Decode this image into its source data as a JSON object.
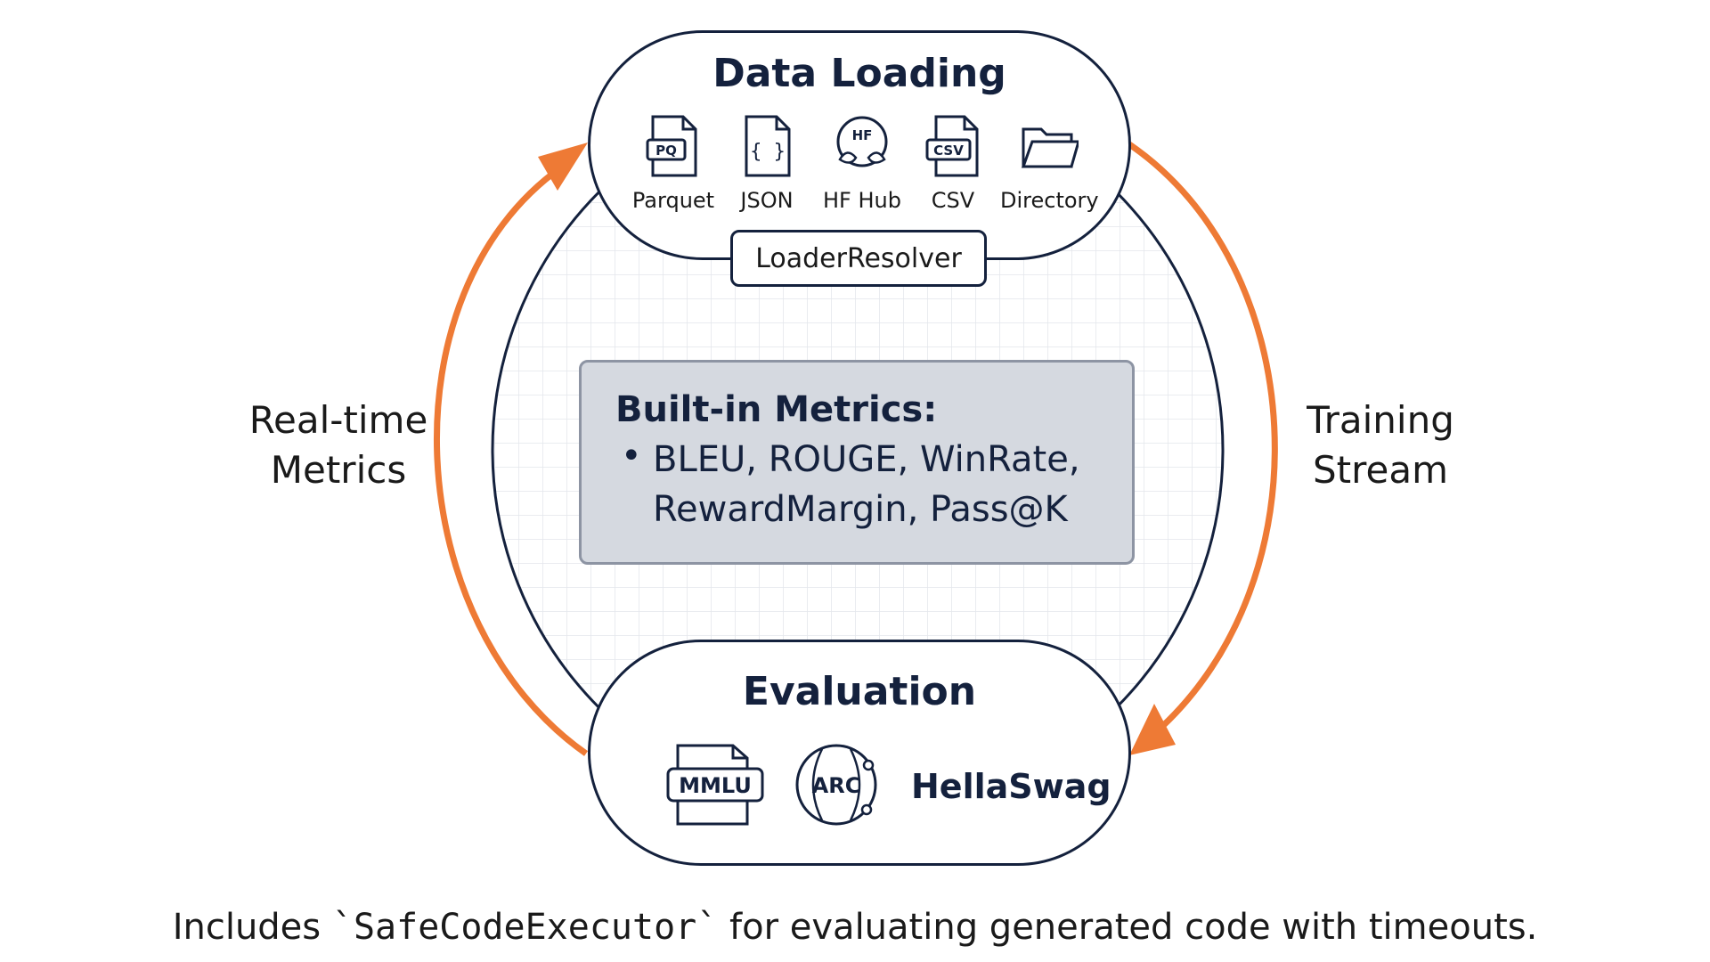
{
  "data_loading": {
    "title": "Data Loading",
    "sources": [
      {
        "label": "Parquet",
        "icon": "parquet-file-icon",
        "badge": "PQ"
      },
      {
        "label": "JSON",
        "icon": "json-file-icon",
        "badge": "{ }"
      },
      {
        "label": "HF Hub",
        "icon": "hugging-face-hub-icon",
        "badge": "HF"
      },
      {
        "label": "CSV",
        "icon": "csv-file-icon",
        "badge": "CSV"
      },
      {
        "label": "Directory",
        "icon": "folder-icon"
      }
    ],
    "resolver_label": "LoaderResolver"
  },
  "metrics": {
    "title": "Built-in Metrics:",
    "bullet": "•",
    "line1": "BLEU, ROUGE, WinRate,",
    "line2": "RewardMargin, Pass@K"
  },
  "left_label": {
    "line1": "Real-time",
    "line2": "Metrics"
  },
  "right_label": {
    "line1": "Training",
    "line2": "Stream"
  },
  "evaluation": {
    "title": "Evaluation",
    "benchmarks": [
      {
        "label": "MMLU",
        "icon": "mmlu-document-icon"
      },
      {
        "label": "ARC",
        "icon": "arc-globe-icon"
      },
      {
        "label": "HellaSwag"
      }
    ]
  },
  "footer": {
    "prefix": "Includes ",
    "code": "`SafeCodeExecutor`",
    "suffix": " for evaluating generated code with timeouts."
  },
  "colors": {
    "arrow": "#ee7a35",
    "outline": "#14213d",
    "metrics_fill": "#d5d9e0",
    "grid": "#e3e6ec"
  }
}
